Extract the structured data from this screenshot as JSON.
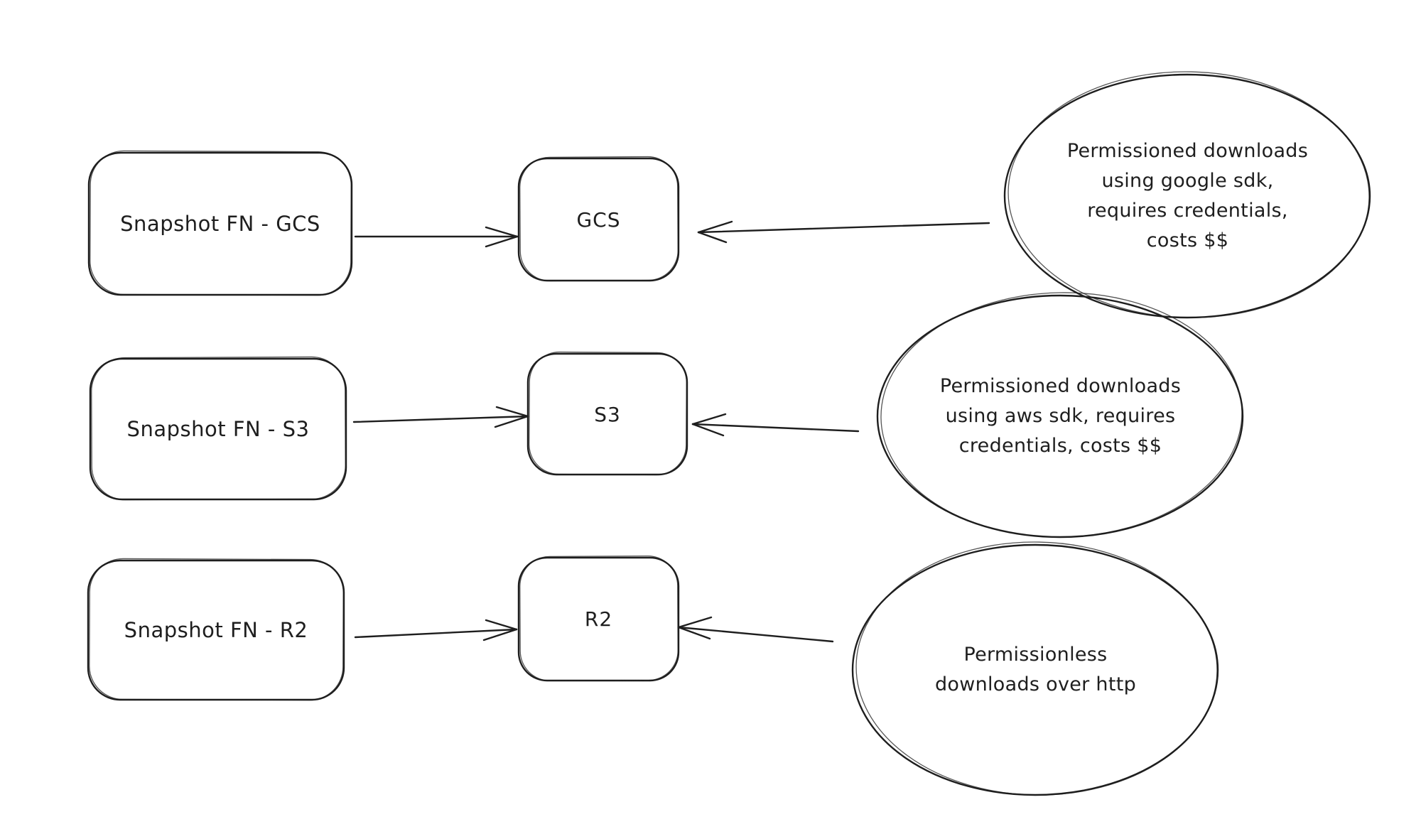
{
  "colors": {
    "background": "#ffffff",
    "stroke": "#1e1e1e"
  },
  "diagram": {
    "rows": [
      {
        "source_label": "Snapshot FN - GCS",
        "target_label": "GCS",
        "note": "Permissioned downloads\nusing google sdk,\nrequires credentials,\ncosts $$"
      },
      {
        "source_label": "Snapshot FN - S3",
        "target_label": "S3",
        "note": "Permissioned downloads\nusing aws sdk, requires\ncredentials, costs $$"
      },
      {
        "source_label": "Snapshot FN - R2",
        "target_label": "R2",
        "note": "Permissionless\ndownloads over http"
      }
    ]
  }
}
